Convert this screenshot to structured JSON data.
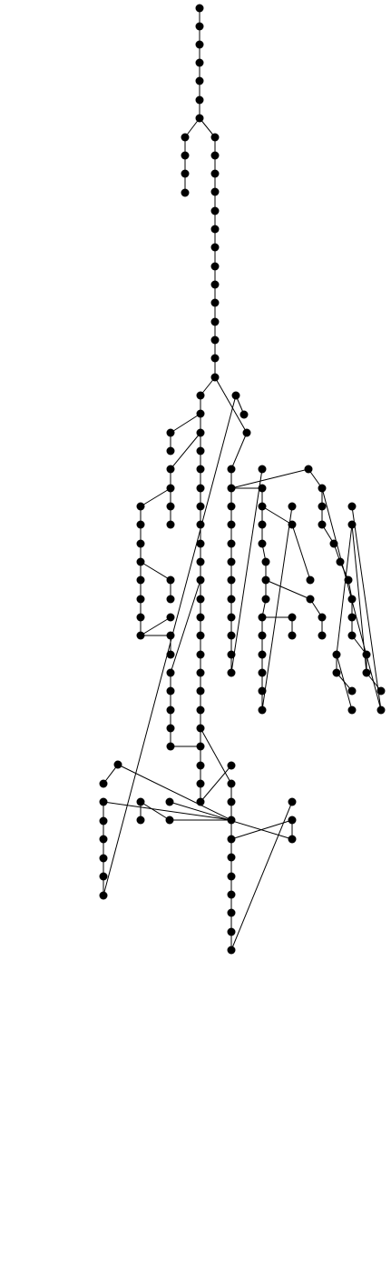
{
  "diagram": {
    "type": "tree",
    "node_color": "#000000",
    "edge_color": "#000000",
    "background": "#ffffff",
    "edges": [
      [
        0,
        1
      ],
      [
        1,
        2
      ],
      [
        2,
        3
      ],
      [
        3,
        4
      ],
      [
        4,
        5
      ],
      [
        5,
        6
      ],
      [
        6,
        7
      ],
      [
        7,
        8
      ],
      [
        8,
        9
      ],
      [
        9,
        10
      ],
      [
        6,
        11
      ],
      [
        11,
        12
      ],
      [
        12,
        13
      ],
      [
        13,
        14
      ],
      [
        14,
        15
      ],
      [
        15,
        16
      ],
      [
        16,
        17
      ],
      [
        17,
        18
      ],
      [
        18,
        19
      ],
      [
        19,
        20
      ],
      [
        20,
        21
      ],
      [
        21,
        22
      ],
      [
        22,
        23
      ],
      [
        23,
        24
      ],
      [
        24,
        25
      ],
      [
        24,
        100
      ],
      [
        25,
        26
      ],
      [
        26,
        27
      ],
      [
        27,
        28
      ],
      [
        28,
        29
      ],
      [
        29,
        30
      ],
      [
        30,
        31
      ],
      [
        31,
        32
      ],
      [
        32,
        33
      ],
      [
        33,
        34
      ],
      [
        34,
        35
      ],
      [
        35,
        36
      ],
      [
        36,
        37
      ],
      [
        37,
        38
      ],
      [
        38,
        39
      ],
      [
        39,
        40
      ],
      [
        40,
        41
      ],
      [
        41,
        42
      ],
      [
        42,
        43
      ],
      [
        26,
        44
      ],
      [
        44,
        45
      ],
      [
        27,
        46
      ],
      [
        46,
        47
      ],
      [
        47,
        48
      ],
      [
        48,
        49
      ],
      [
        47,
        50
      ],
      [
        50,
        51
      ],
      [
        51,
        52
      ],
      [
        52,
        53
      ],
      [
        53,
        54
      ],
      [
        54,
        55
      ],
      [
        53,
        56
      ],
      [
        56,
        57
      ],
      [
        52,
        58
      ],
      [
        58,
        59
      ],
      [
        59,
        60
      ],
      [
        59,
        61
      ],
      [
        61,
        62
      ],
      [
        35,
        63
      ],
      [
        63,
        64
      ],
      [
        64,
        65
      ],
      [
        65,
        66
      ],
      [
        66,
        67
      ],
      [
        67,
        68
      ],
      [
        43,
        69
      ],
      [
        69,
        70
      ],
      [
        70,
        71
      ],
      [
        71,
        72
      ],
      [
        43,
        73
      ],
      [
        73,
        74
      ],
      [
        74,
        75
      ],
      [
        75,
        76
      ],
      [
        76,
        77
      ],
      [
        77,
        78
      ],
      [
        78,
        79
      ],
      [
        79,
        80
      ],
      [
        80,
        81
      ],
      [
        81,
        82
      ],
      [
        82,
        83
      ],
      [
        76,
        84
      ],
      [
        84,
        85
      ],
      [
        85,
        86
      ],
      [
        75,
        87
      ],
      [
        87,
        88
      ],
      [
        88,
        89
      ],
      [
        75,
        90
      ],
      [
        90,
        91
      ],
      [
        75,
        92
      ],
      [
        92,
        93
      ],
      [
        93,
        94
      ],
      [
        94,
        95
      ],
      [
        95,
        96
      ],
      [
        96,
        97
      ],
      [
        97,
        98
      ],
      [
        98,
        99
      ],
      [
        100,
        101
      ],
      [
        101,
        102
      ],
      [
        102,
        103
      ],
      [
        103,
        104
      ],
      [
        104,
        105
      ],
      [
        105,
        106
      ],
      [
        106,
        107
      ],
      [
        107,
        108
      ],
      [
        108,
        109
      ],
      [
        109,
        110
      ],
      [
        110,
        111
      ],
      [
        111,
        112
      ],
      [
        112,
        113
      ],
      [
        102,
        114
      ],
      [
        114,
        115
      ],
      [
        115,
        116
      ],
      [
        116,
        117
      ],
      [
        117,
        118
      ],
      [
        118,
        119
      ],
      [
        119,
        120
      ],
      [
        120,
        121
      ],
      [
        121,
        122
      ],
      [
        122,
        123
      ],
      [
        123,
        124
      ],
      [
        124,
        125
      ],
      [
        125,
        126
      ],
      [
        126,
        127
      ],
      [
        115,
        128
      ],
      [
        128,
        129
      ],
      [
        119,
        130
      ],
      [
        130,
        131
      ],
      [
        131,
        132
      ],
      [
        121,
        133
      ],
      [
        133,
        134
      ],
      [
        102,
        135
      ],
      [
        135,
        136
      ],
      [
        136,
        137
      ],
      [
        137,
        138
      ],
      [
        138,
        139
      ],
      [
        139,
        140
      ],
      [
        140,
        141
      ],
      [
        141,
        142
      ],
      [
        142,
        143
      ],
      [
        143,
        144
      ],
      [
        144,
        145
      ],
      [
        145,
        146
      ],
      [
        146,
        147
      ],
      [
        136,
        148
      ],
      [
        148,
        149
      ],
      [
        146,
        150
      ],
      [
        150,
        151
      ],
      [
        151,
        152
      ],
      [
        152,
        153
      ],
      [
        151,
        154
      ],
      [
        154,
        155
      ]
    ]
  },
  "chart_data": {
    "type": "tree",
    "node_count": 156,
    "edge_count": 155,
    "labels": []
  }
}
